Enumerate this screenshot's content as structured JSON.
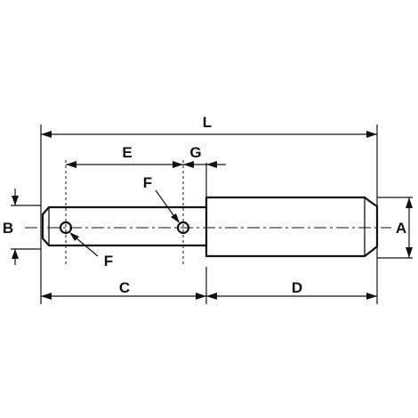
{
  "labels": {
    "L": "L",
    "E": "E",
    "G": "G",
    "F_top": "F",
    "F_bottom": "F",
    "B": "B",
    "A": "A",
    "C": "C",
    "D": "D"
  }
}
